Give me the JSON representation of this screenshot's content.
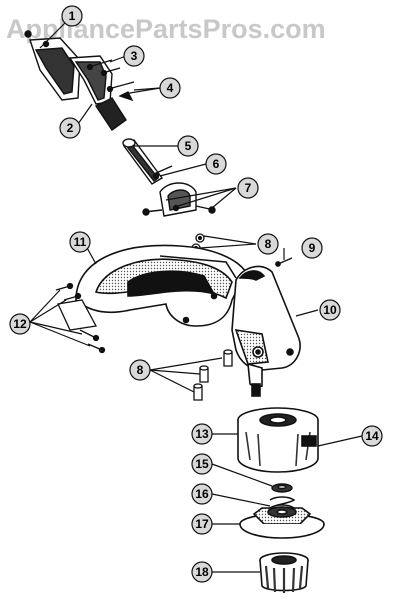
{
  "watermark": "AppliancePartsPros.com",
  "callouts": [
    "1",
    "2",
    "3",
    "4",
    "5",
    "6",
    "7",
    "8",
    "9",
    "10",
    "11",
    "12",
    "13",
    "14",
    "15",
    "16",
    "17",
    "18"
  ],
  "colors": {
    "ink": "#111111",
    "watermark": "#c8c8c8",
    "bubble": "#d9d9d9"
  }
}
